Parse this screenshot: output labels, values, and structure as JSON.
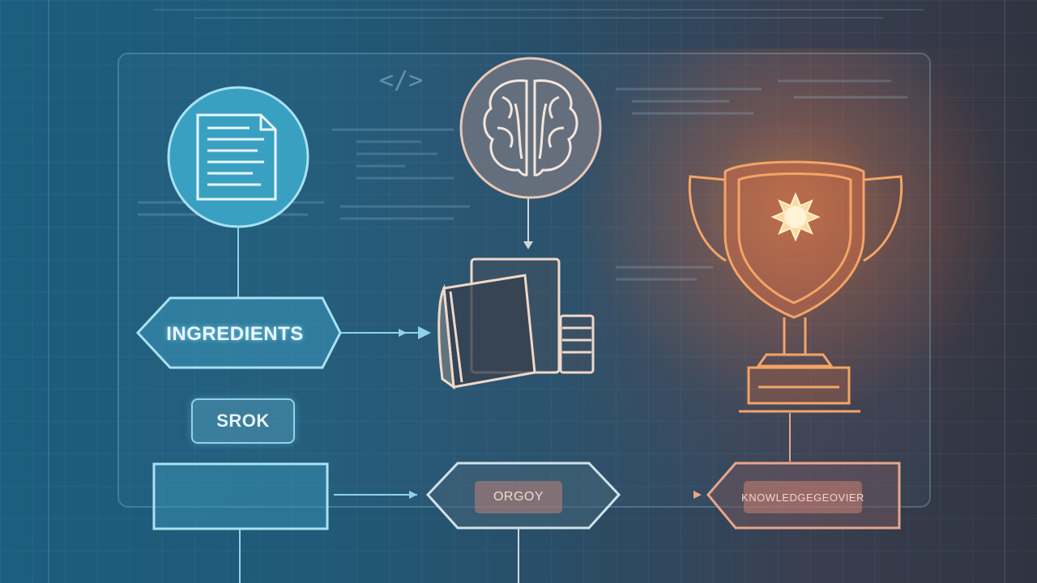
{
  "nodes": {
    "ingredients_label": "INGREDIENTS",
    "srok_label": "SROK",
    "orgoy_label": "ORGOY",
    "knowledge_label": "KNOWLEDGEGEOVIER",
    "code_tag": "</>"
  },
  "icons": {
    "document": "document-icon",
    "brain": "brain-icon",
    "books": "books-icon",
    "trophy": "trophy-icon"
  },
  "colors": {
    "blue_line": "#8fd3ea",
    "orange_glow": "#ff9a4a",
    "trophy": "#f0a05a"
  }
}
